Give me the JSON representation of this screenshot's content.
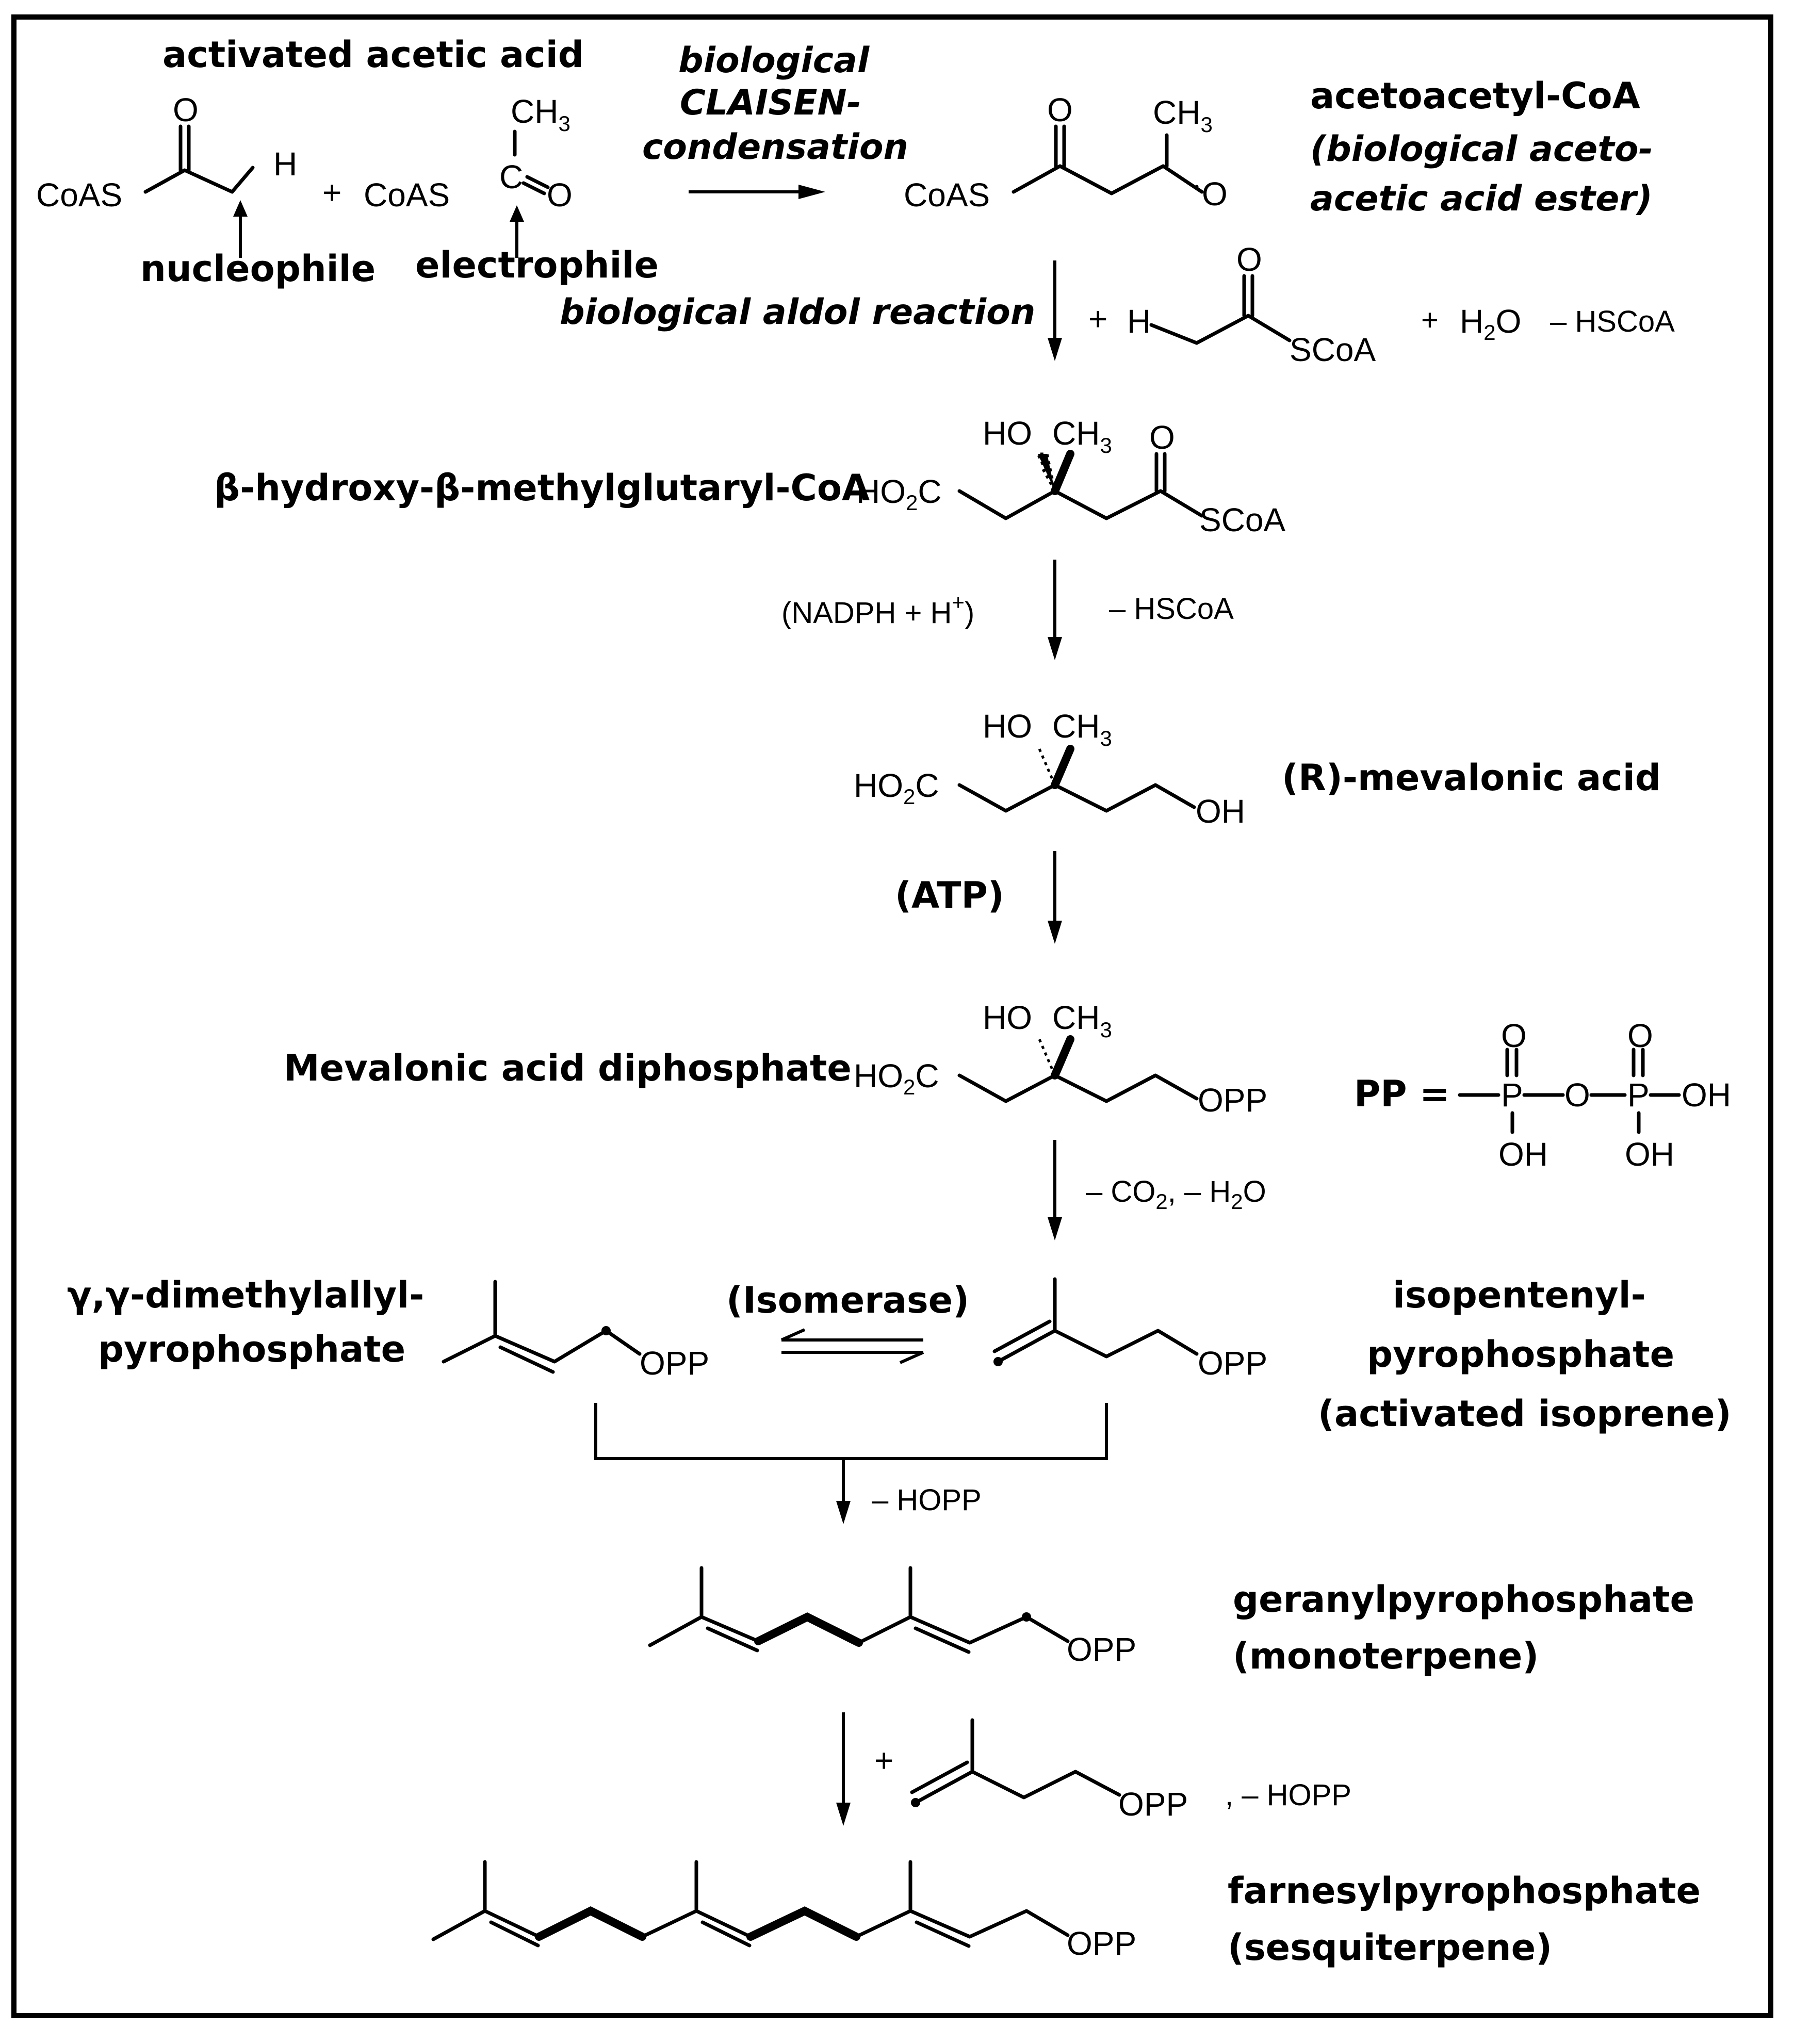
{
  "labels": {
    "activated_acetic_acid": "activated acetic acid",
    "claisen_1": "biological",
    "claisen_2": "CLAISEN-",
    "claisen_3": "condensation",
    "acetoacetyl_1": "acetoacetyl-CoA",
    "acetoacetyl_2": "(biological aceto-",
    "acetoacetyl_3": "acetic acid ester)",
    "nucleophile": "nucleophile",
    "electrophile": "electrophile",
    "aldol": "biological aldol reaction",
    "hmg": "β-hydroxy-β-methylglutaryl-CoA",
    "mevalonic": "(R)-mevalonic acid",
    "mev_dp": "Mevalonic acid diphosphate",
    "dmapp_1": "γ,γ-dimethylallyl-",
    "dmapp_2": "pyrophosphate",
    "isomerase": "(Isomerase)",
    "ipp_1": "isopentenyl-",
    "ipp_2": "pyrophosphate",
    "ipp_3": "(activated isoprene)",
    "gpp_1": "geranylpyrophosphate",
    "gpp_2": "(monoterpene)",
    "fpp_1": "farnesylpyrophosphate",
    "fpp_2": "(sesquiterpene)"
  },
  "atoms": {
    "coas": "CoAS",
    "o": "O",
    "h": "H",
    "plus": "+",
    "ch3": "CH",
    "sub3": "3",
    "c": "C",
    "scoa": "SCoA",
    "h2o_h": "H",
    "sub2": "2",
    "h2o_o": "O",
    "minus_hscoa": "– HSCoA",
    "ho": "HO",
    "ho2c_ho": "HO",
    "ho2c_c": "C",
    "oh": "OH",
    "opp": "OPP",
    "pp_def": "PP =",
    "p": "P",
    "p_o": "O"
  },
  "reagents": {
    "nadph_a": "(NADPH + H",
    "nadph_plus": "+",
    "nadph_b": ")",
    "minus_hscoa": "– HSCoA",
    "atp": "(ATP)",
    "minus_co2_a": "– CO",
    "minus_co2_sub": "2",
    "minus_co2_b": ",  – H",
    "minus_co2_sub2": "2",
    "minus_co2_c": "O",
    "minus_hopp": "– HOPP",
    "comma_minus_hopp": ", – HOPP"
  }
}
